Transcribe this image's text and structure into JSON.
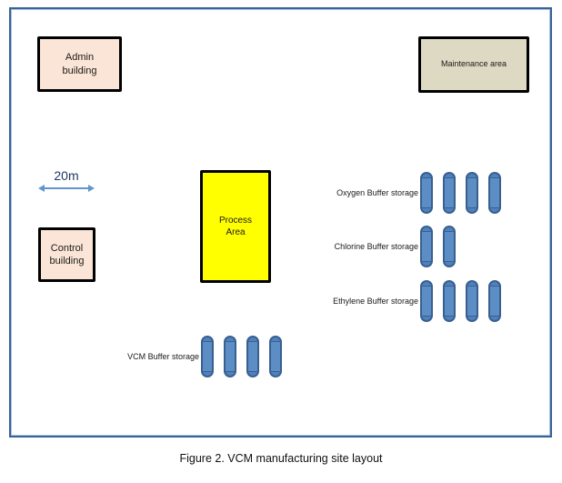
{
  "figure": {
    "caption": "Figure 2. VCM manufacturing site layout"
  },
  "scale": {
    "label": "20m"
  },
  "buildings": {
    "admin": {
      "label": "Admin building"
    },
    "maintenance": {
      "label": "Maintenance area"
    },
    "control": {
      "label": "Control building"
    },
    "process": {
      "label": "Process Area"
    }
  },
  "storages": [
    {
      "id": "oxygen",
      "label": "Oxygen Buffer storage",
      "tank_count": 4
    },
    {
      "id": "chlorine",
      "label": "Chlorine Buffer storage",
      "tank_count": 2
    },
    {
      "id": "ethylene",
      "label": "Ethylene Buffer storage",
      "tank_count": 4
    },
    {
      "id": "vcm",
      "label": "VCM Buffer storage",
      "tank_count": 4
    }
  ],
  "colors": {
    "building_fill": "#FBE5D6",
    "maintenance_fill": "#DDD9C3",
    "process_fill": "#FFFF00",
    "tank_fill": "#4F81BD",
    "tank_border": "#38608F",
    "frame_border": "#3B6297",
    "scale_text": "#1F3864",
    "arrow": "#6394CE"
  }
}
